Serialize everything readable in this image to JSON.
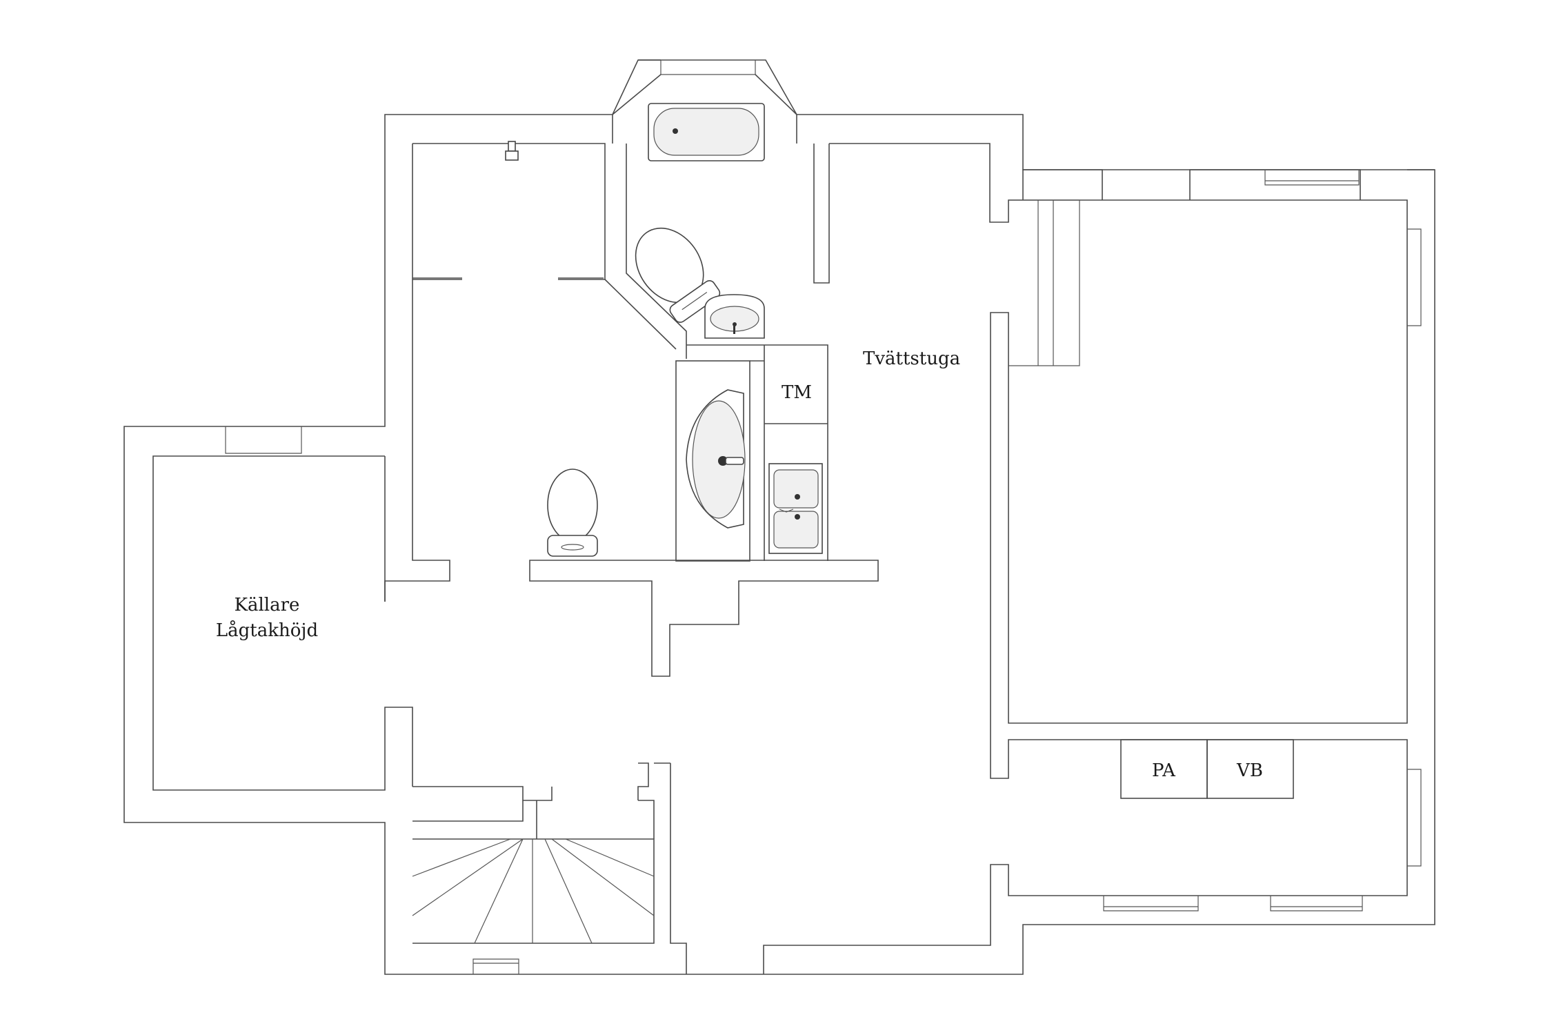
{
  "plan": {
    "rooms": [
      {
        "id": "tvattstuga",
        "lines": [
          "Tvättstuga"
        ]
      },
      {
        "id": "kallare",
        "lines": [
          "Källare",
          "Lågtakhöjd"
        ]
      }
    ],
    "units": {
      "tm": "TM",
      "pa": "PA",
      "vb": "VB"
    }
  }
}
